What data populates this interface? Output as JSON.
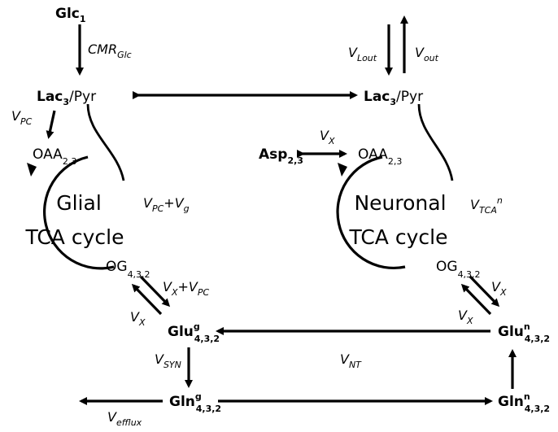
{
  "nodes": {
    "glc": {
      "main": "Glc",
      "sub": "1"
    },
    "lac_glial": {
      "main": "Lac",
      "sub": "3",
      "suffix": "/Pyr"
    },
    "lac_neuronal": {
      "main": "Lac",
      "sub": "3",
      "suffix": "/Pyr"
    },
    "oaa_glial": {
      "main": "OAA",
      "sub": "2,3"
    },
    "oaa_neuronal": {
      "main": "OAA",
      "sub": "2,3"
    },
    "asp": {
      "main": "Asp",
      "sub": "2,3"
    },
    "og_glial": {
      "main": "OG",
      "sub": "4,3,2"
    },
    "og_neuronal": {
      "main": "OG",
      "sub": "4,3,2"
    },
    "glu_glial": {
      "main": "Glu",
      "sup": "g",
      "sub": "4,3,2"
    },
    "glu_neuronal": {
      "main": "Glu",
      "sup": "n",
      "sub": "4,3,2"
    },
    "gln_glial": {
      "main": "Gln",
      "sup": "g",
      "sub": "4,3,2"
    },
    "gln_neuronal": {
      "main": "Gln",
      "sup": "n",
      "sub": "4,3,2"
    }
  },
  "cycles": {
    "glial": {
      "line1": "Glial",
      "line2": "TCA cycle"
    },
    "neuronal": {
      "line1": "Neuronal",
      "line2": "TCA cycle"
    }
  },
  "fluxes": {
    "cmr_glc": {
      "main": "CMR",
      "sub": "Glc"
    },
    "v_pc": {
      "main": "V",
      "sub": "PC"
    },
    "v_pc_vg": {
      "a": "V",
      "a_sub": "PC",
      "plus": "+V",
      "b_sub": "g"
    },
    "v_lout": {
      "main": "V",
      "sub": "Lout"
    },
    "v_out": {
      "main": "V",
      "sub": "out"
    },
    "v_x_asp": {
      "main": "V",
      "sub": "X"
    },
    "v_tca_n": {
      "main": "V",
      "sub": "TCA",
      "sup": "n"
    },
    "v_x_vpc": {
      "a": "V",
      "a_sub": "X",
      "plus": "+V",
      "b_sub": "PC"
    },
    "v_x_glial": {
      "main": "V",
      "sub": "X"
    },
    "v_x_neuronal_upper": {
      "main": "V",
      "sub": "X"
    },
    "v_x_neuronal_lower": {
      "main": "V",
      "sub": "X"
    },
    "v_syn": {
      "main": "V",
      "sub": "SYN"
    },
    "v_nt": {
      "main": "V",
      "sub": "NT"
    },
    "v_efflux": {
      "main": "V",
      "sub": "efflux"
    }
  }
}
